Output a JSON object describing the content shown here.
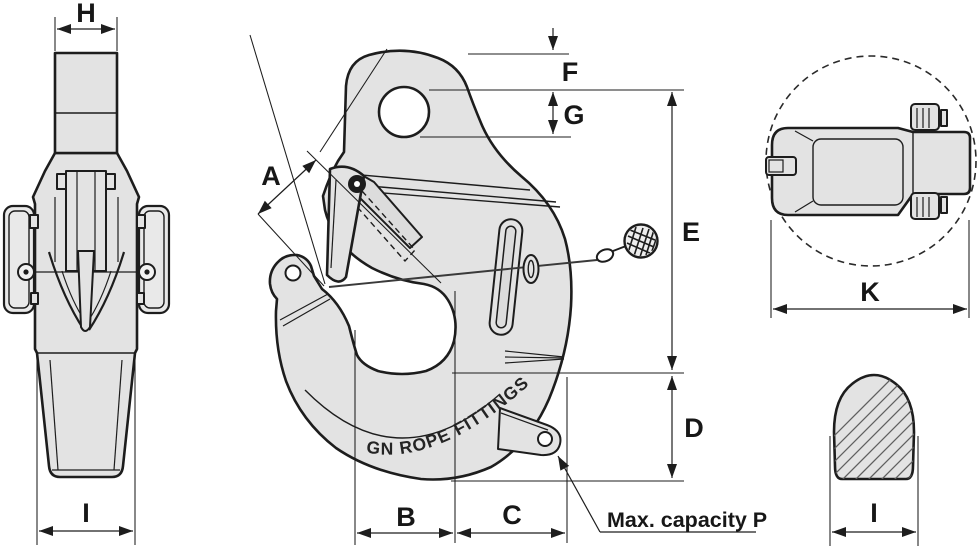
{
  "labels": {
    "h": "H",
    "i_front": "I",
    "a": "A",
    "f": "F",
    "g": "G",
    "e": "E",
    "d": "D",
    "b": "B",
    "c": "C",
    "k": "K",
    "i_section": "I",
    "max_capacity": "Max. capacity P",
    "brand": "GN ROPE FITTINGS"
  },
  "colors": {
    "background": "#ffffff",
    "body_fill": "#e3e3e3",
    "line": "#1d1d1d"
  }
}
